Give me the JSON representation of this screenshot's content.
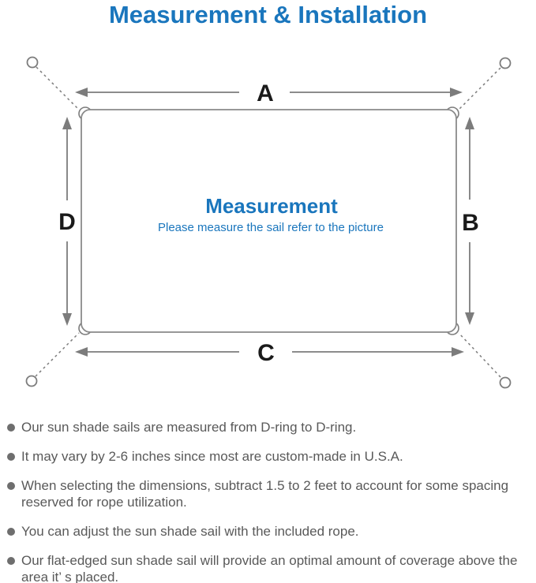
{
  "title": "Measurement & Installation",
  "diagram": {
    "labels": {
      "top": "A",
      "right": "B",
      "bottom": "C",
      "left": "D"
    },
    "center_heading": "Measurement",
    "center_subtitle": "Please measure the sail refer to the picture",
    "colors": {
      "accent_blue": "#1a76bd",
      "line_gray": "#7c7c7c",
      "label_black": "#1a1a1a"
    }
  },
  "bullets": [
    "Our sun shade sails are measured from D-ring to D-ring.",
    "It may vary by 2-6 inches since most are custom-made in U.S.A.",
    "When selecting the dimensions, subtract 1.5 to 2 feet to account for some spacing reserved for rope utilization.",
    "You can adjust the sun shade sail with the included rope.",
    "Our flat-edged sun shade sail will provide an optimal amount of coverage above the area it’ s placed."
  ]
}
